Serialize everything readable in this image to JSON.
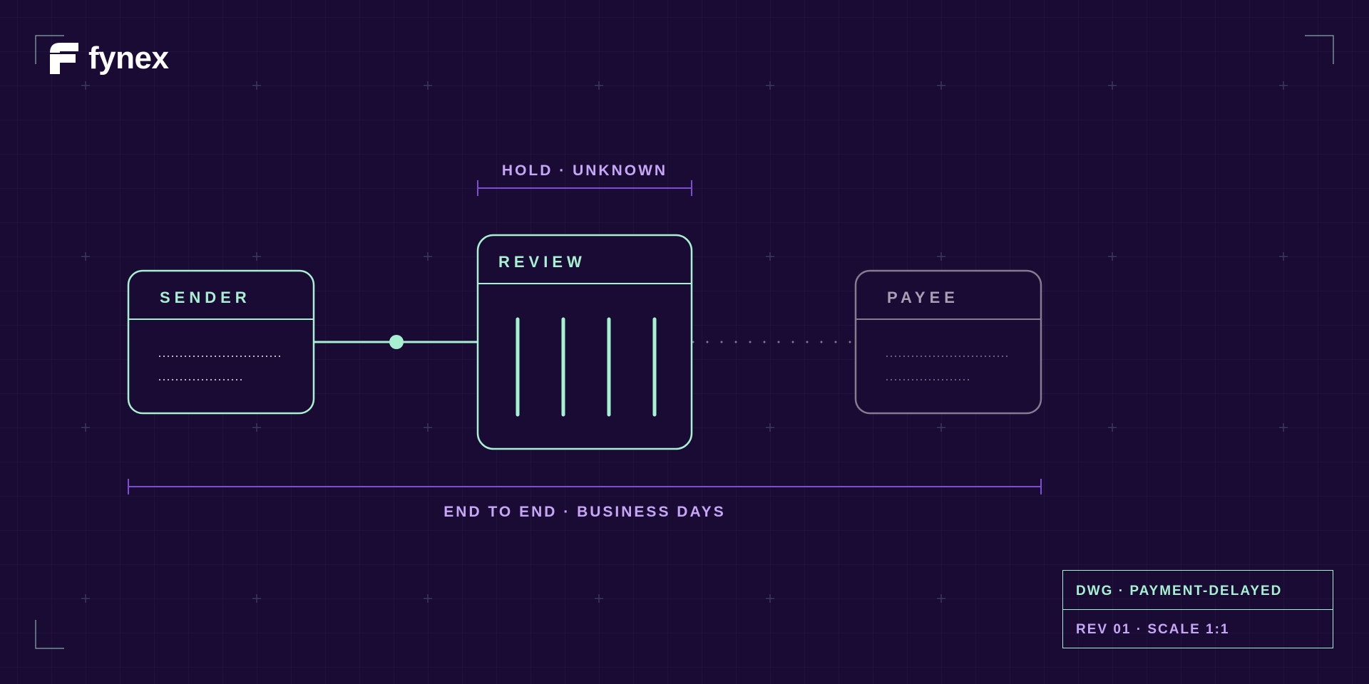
{
  "brand": {
    "name": "fynex",
    "logo_icon": "fynex-f-mark-icon"
  },
  "nodes": {
    "sender": {
      "label": "SENDER",
      "state": "active"
    },
    "review": {
      "label": "REVIEW",
      "state": "active"
    },
    "payee": {
      "label": "PAYEE",
      "state": "inactive"
    }
  },
  "dimensions": {
    "hold": "HOLD · UNKNOWN",
    "end_to_end": "END TO END · BUSINESS DAYS"
  },
  "title_block": {
    "drawing": "DWG · PAYMENT-DELAYED",
    "revision": "REV 01 · SCALE 1:1"
  },
  "colors": {
    "background": "#1a0b34",
    "accent_mint": "#a8f0d2",
    "accent_purple": "#c7a6f5",
    "dimension_line": "#7d4fd0",
    "inactive_gray": "#857b8f"
  }
}
